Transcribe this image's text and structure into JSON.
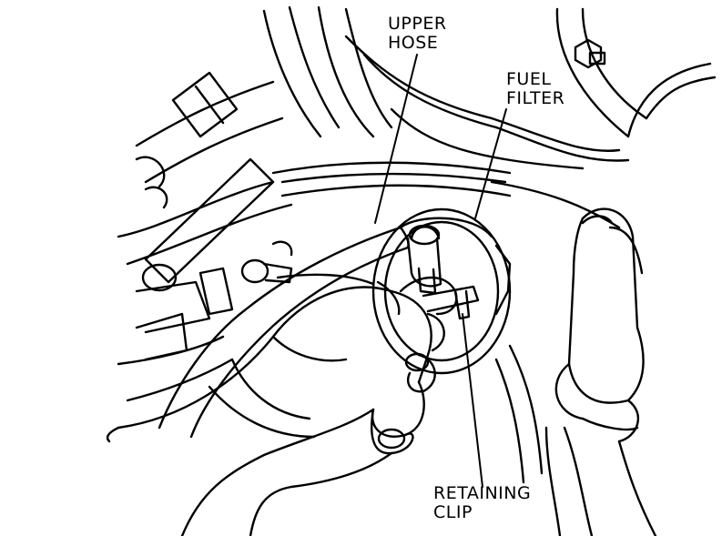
{
  "labels": {
    "upper_hose": [
      "UPPER",
      "HOSE"
    ],
    "fuel_filter": [
      "FUEL",
      "FILTER"
    ],
    "retaining_clip": [
      "RETAINING",
      "CLIP"
    ]
  },
  "colors": {
    "ink": "#000000",
    "paper": "#ffffff"
  }
}
